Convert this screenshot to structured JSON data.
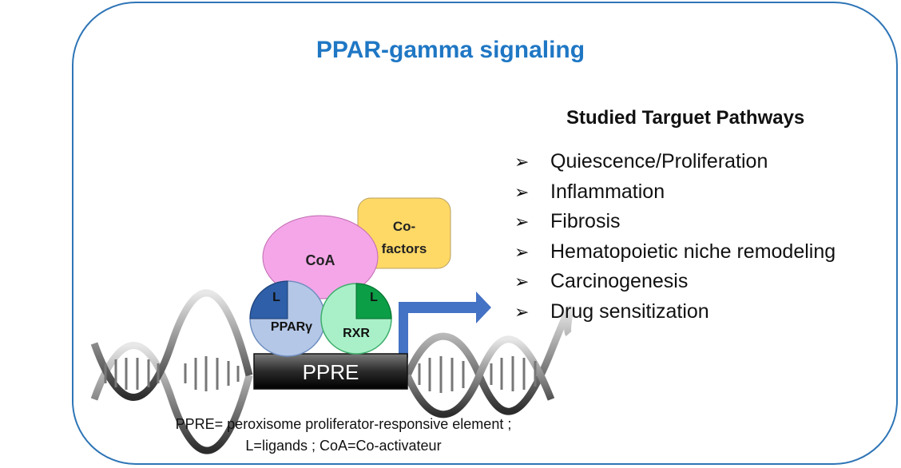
{
  "title": "PPAR-gamma signaling",
  "pathways": {
    "heading": "Studied Targuet Pathways",
    "bullet_glyph": "➢",
    "items": [
      "Quiescence/Proliferation",
      "Inflammation",
      "Fibrosis",
      "Hematopoietic niche remodeling",
      "Carcinogenesis",
      "Drug sensitization"
    ]
  },
  "complex": {
    "coa": "CoA",
    "cofactors_line1": "Co-",
    "cofactors_line2": "factors",
    "ligand_left": "L",
    "ligand_right": "L",
    "ppar": "PPARγ",
    "rxr": "RXR",
    "ppre": "PPRE"
  },
  "caption": {
    "line1": "PPRE= peroxisome proliferator-responsive element ;",
    "line2": "L=ligands ; CoA=Co-activateur"
  },
  "colors": {
    "frame": "#2e75b6",
    "title": "#1f77c4",
    "coa": "#f4a6e8",
    "cofactors": "#ffd966",
    "ppar": "#b4c7e7",
    "ligand_left": "#2e5fa8",
    "rxr": "#a9f0c8",
    "ligand_right": "#0b9e46",
    "arrow": "#4472c4"
  }
}
